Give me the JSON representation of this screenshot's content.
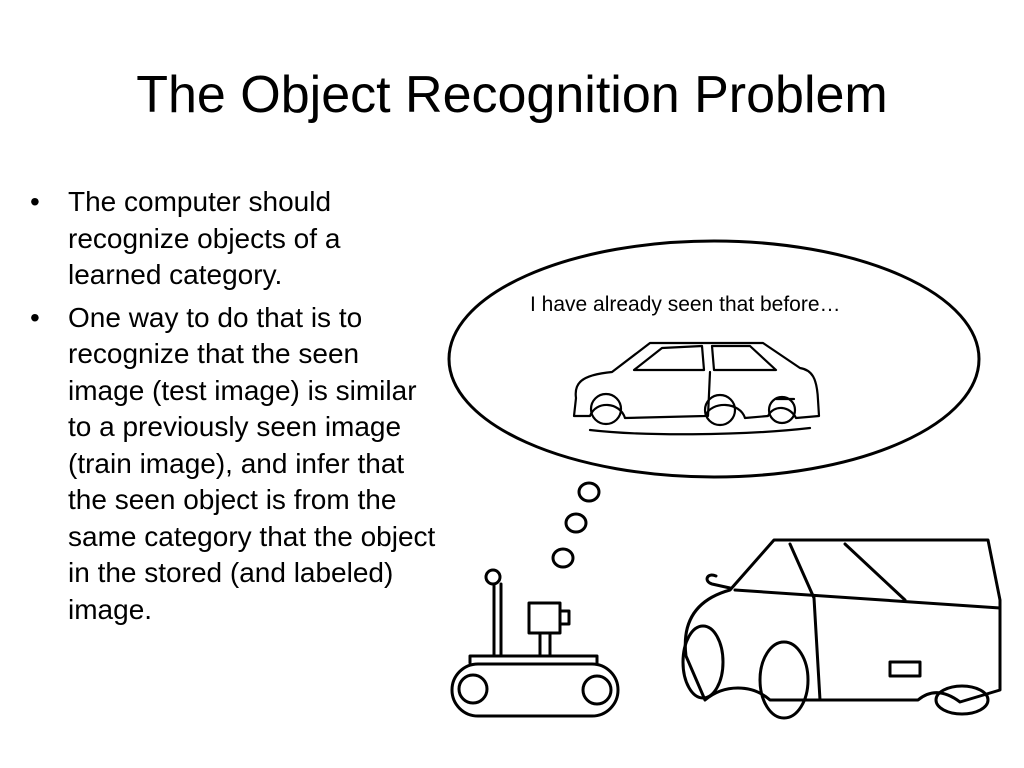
{
  "slide": {
    "title": "The Object Recognition Problem",
    "bullets": [
      "The computer should recognize objects of a learned category.",
      "One way to do that is to recognize that the seen image (test image) is similar to a previously seen image (train image), and infer that the seen object is from the same category that the object in the stored (and labeled) image."
    ],
    "bullet_marker": "•"
  },
  "illustration": {
    "thought_text": "I have already seen that before…",
    "icons": [
      "thought-bubble-icon",
      "remembered-car-icon",
      "robot-icon",
      "car-icon"
    ],
    "stroke_color": "#000000"
  }
}
